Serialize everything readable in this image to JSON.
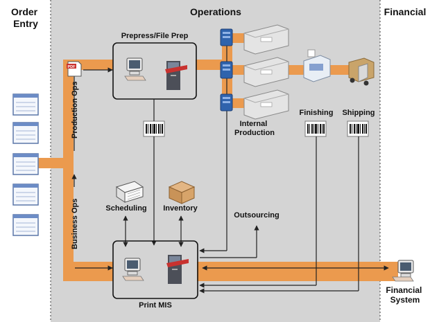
{
  "colors": {
    "zone_bg": "#d4d4d4",
    "flow": "#eb9a4e",
    "divider": "#555555",
    "server": "#2f63ad",
    "line": "#222222"
  },
  "zones": {
    "order_entry": [
      "Order",
      "Entry"
    ],
    "operations": "Operations",
    "financial": "Financial"
  },
  "labels": {
    "prepress": "Prepress/File Prep",
    "production_ops": "Production Ops",
    "business_ops": "Business Ops",
    "internal_production": [
      "Internal",
      "Production"
    ],
    "finishing": "Finishing",
    "shipping": "Shipping",
    "scheduling": "Scheduling",
    "inventory": "Inventory",
    "outsourcing": "Outsourcing",
    "print_mis": "Print MIS",
    "financial_system": [
      "Financial",
      "System"
    ]
  },
  "icons": {
    "pdf_document": "PDF",
    "order_forms": [
      "order-form-icon",
      "order-form-icon",
      "order-form-icon",
      "order-form-icon",
      "order-form-icon"
    ],
    "barcodes": [
      "barcode-icon",
      "barcode-icon",
      "barcode-icon"
    ],
    "presses": [
      "digital-press-icon",
      "digital-press-icon",
      "digital-press-icon"
    ],
    "servers": [
      "print-server-icon",
      "print-server-icon",
      "print-server-icon"
    ]
  }
}
